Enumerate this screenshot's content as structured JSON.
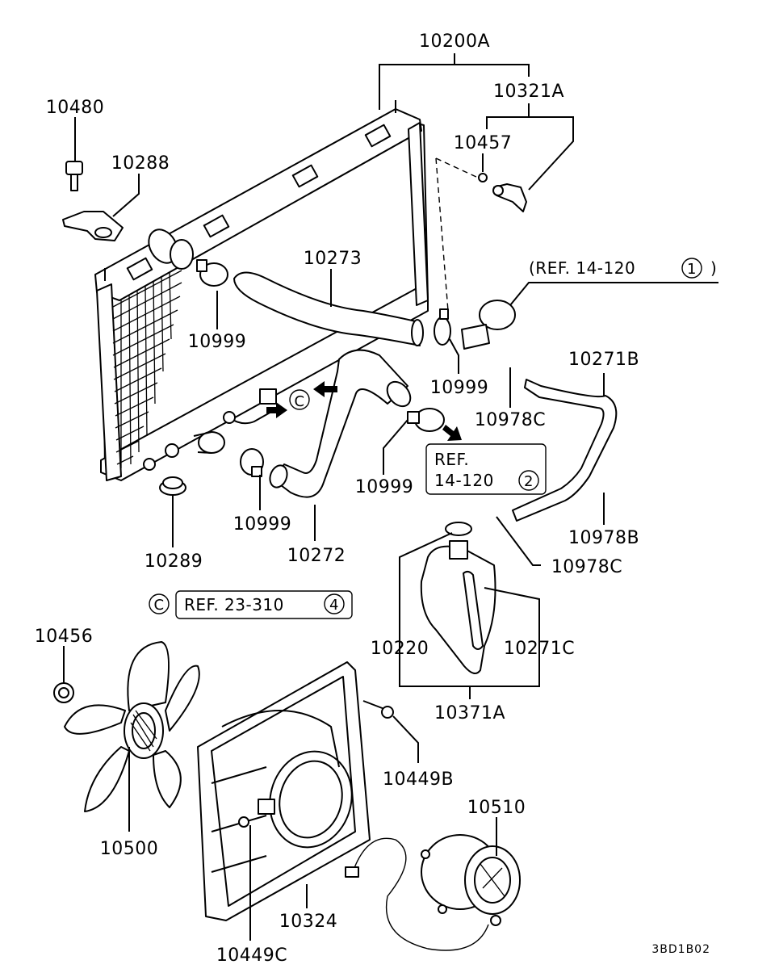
{
  "parts": {
    "p10200A": "10200A",
    "p10321A": "10321A",
    "p10457": "10457",
    "p10480": "10480",
    "p10288": "10288",
    "p10273": "10273",
    "p10999_a": "10999",
    "p10999_b": "10999",
    "p10999_c": "10999",
    "p10999_d": "10999",
    "p10271B": "10271B",
    "p10978C_a": "10978C",
    "p10978C_b": "10978C",
    "p10978B": "10978B",
    "p10289": "10289",
    "p10272": "10272",
    "p10220": "10220",
    "p10271C": "10271C",
    "p10371A": "10371A",
    "p10456": "10456",
    "p10449B": "10449B",
    "p10510": "10510",
    "p10500": "10500",
    "p10324": "10324",
    "p10449C": "10449C"
  },
  "references": {
    "ref_top": {
      "text": "(REF. 14-120",
      "num": "1",
      "close": ")"
    },
    "ref_mid": {
      "line1": "REF.",
      "line2": "14-120",
      "num": "2"
    },
    "ref_bottom": {
      "letter": "C",
      "text": "REF. 23-310",
      "num": "4"
    },
    "connector_letter": "C"
  },
  "diagram_code": "3BD1B02"
}
